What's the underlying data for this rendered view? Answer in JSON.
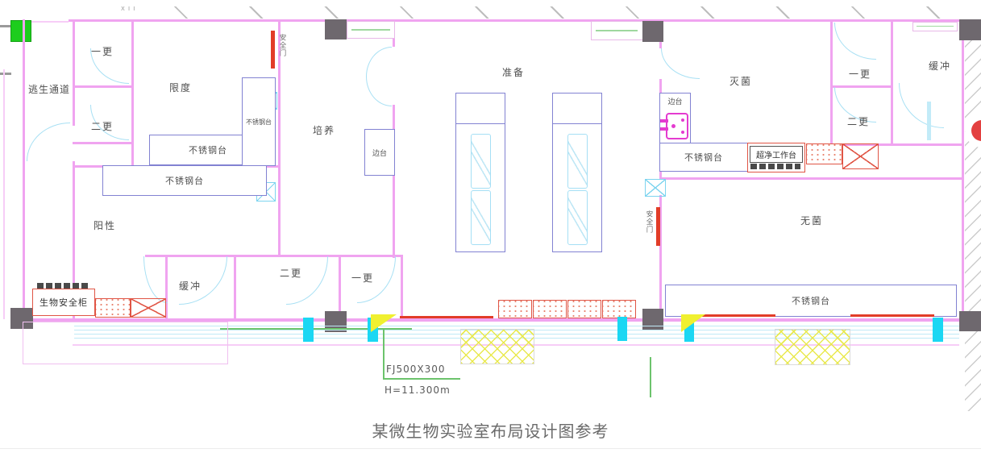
{
  "caption": "某微生物实验室布局设计图参考",
  "rooms": {
    "escape": "逃生通道",
    "change1_tl": "一更",
    "change2_tl": "二更",
    "limit": "限度",
    "culture": "培养",
    "positive": "阳性",
    "buffer_bottom": "缓冲",
    "change2_bottom": "二更",
    "change1_bottom": "一更",
    "prep": "准备",
    "sterilize": "灭菌",
    "change1_right": "一更",
    "change2_right": "二更",
    "buffer_right": "缓冲",
    "aseptic": "无菌"
  },
  "equipment": {
    "stainless_bench": "不锈钢台",
    "side_bench": "边台",
    "biosafety_cabinet": "生物安全柜",
    "clean_bench": "超净工作台"
  },
  "doors": {
    "safety_door": "安全门"
  },
  "annotations": {
    "duct_size": "FJ500X300",
    "height": "H=11.300m",
    "grid_mark": "X I I"
  },
  "colors": {
    "wall": "#f0a4f0",
    "bench_outline": "#8282d2",
    "door_arc": "#a8e0f4",
    "column_dark": "#6e686e",
    "column_cyan": "#1bd7f3",
    "exit_green": "#1dcd1d",
    "safety_red": "#e23c28",
    "equip_red": "#e05545",
    "equip_magenta": "#e43bd0"
  }
}
